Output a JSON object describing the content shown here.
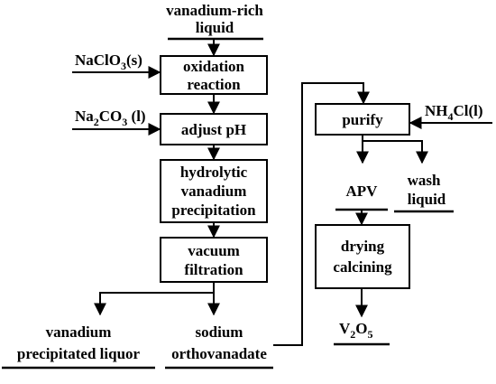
{
  "nodes": {
    "source_line1": "vanadium-rich",
    "source_line2": "liquid",
    "oxidation_line1": "oxidation",
    "oxidation_line2": "reaction",
    "adjust_ph": "adjust pH",
    "hydro_line1": "hydrolytic",
    "hydro_line2": "vanadium",
    "hydro_line3": "precipitation",
    "vacuum_line1": "vacuum",
    "vacuum_line2": "filtration",
    "liquor_line1": "vanadium",
    "liquor_line2": "precipitated liquor",
    "sodium_line1": "sodium",
    "sodium_line2": "orthovanadate",
    "purify": "purify",
    "apv": "APV",
    "wash_line1": "wash",
    "wash_line2": "liquid",
    "drying_line1": "drying",
    "drying_line2": "calcining",
    "product_base": "V",
    "product_sub1": "2",
    "product_mid": "O",
    "product_sub2": "5"
  },
  "reagents": {
    "naclo3_pre": "NaClO",
    "naclo3_sub": "3",
    "naclo3_post": "(s)",
    "na2co3_pre": "Na",
    "na2co3_sub1": "2",
    "na2co3_mid": "CO",
    "na2co3_sub2": "3",
    "na2co3_post": " (l)",
    "nh4cl_pre": "NH",
    "nh4cl_sub": "4",
    "nh4cl_post": "Cl(l)"
  }
}
